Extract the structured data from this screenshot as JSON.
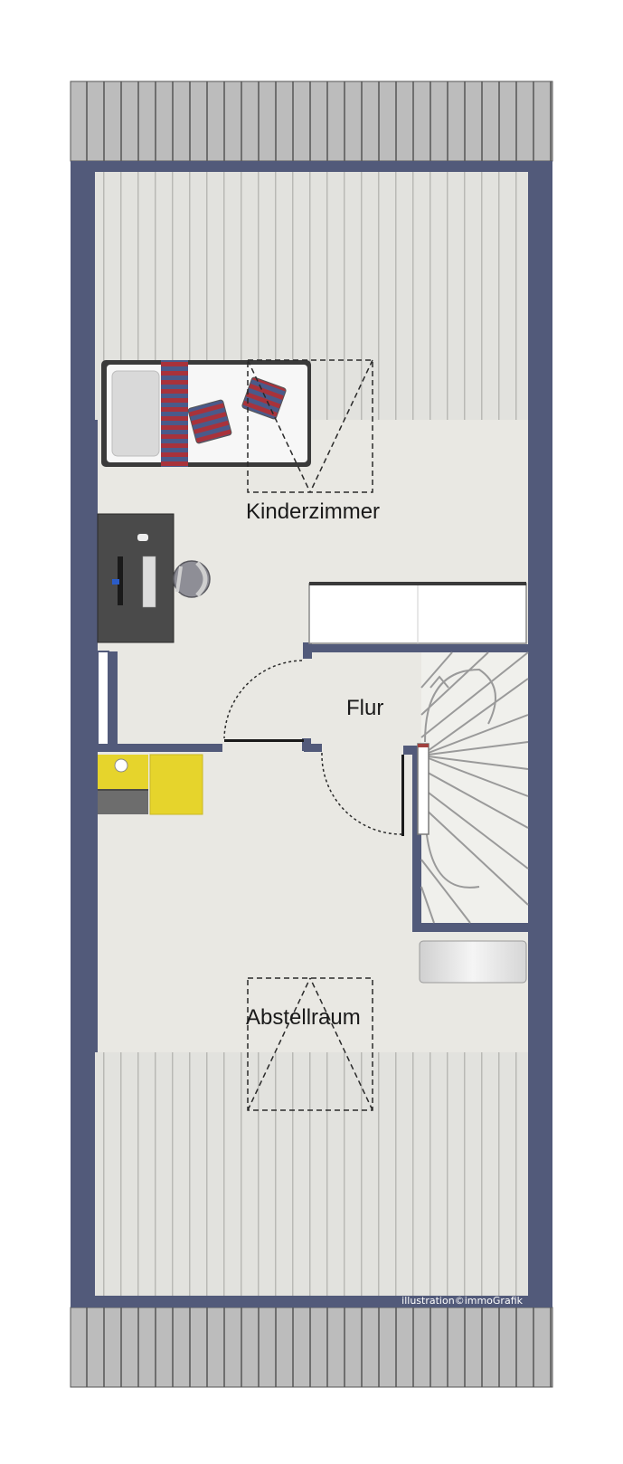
{
  "rooms": {
    "kinderzimmer": "Kinderzimmer",
    "flur": "Flur",
    "abstellraum": "Abstellraum"
  },
  "credit": "illustration©immoGrafik",
  "colors": {
    "wall": "#525a7a",
    "floor": "#e9e8e3",
    "roof_band": "#b7b7b7",
    "slope_floor": "#dfdfdb",
    "desk": "#4a4a4a",
    "yellow_cabinet": "#e6d42c",
    "bed_stripe_red": "#a8323b",
    "bed_stripe_blue": "#4a5a8a"
  }
}
